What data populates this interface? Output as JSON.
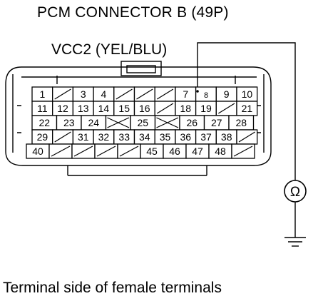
{
  "title": "PCM CONNECTOR B (49P)",
  "wire_label": "VCC2 (YEL/BLU)",
  "caption": "Terminal side of female terminals",
  "meter_symbol": "Ω",
  "rows": [
    [
      "1",
      "",
      "3",
      "4",
      "",
      "",
      "",
      "7",
      "8",
      "9",
      "10"
    ],
    [
      "11",
      "12",
      "13",
      "14",
      "15",
      "16",
      "",
      "18",
      "19",
      "",
      "21"
    ],
    [
      "22",
      "23",
      "24",
      "",
      "25",
      "",
      "26",
      "27",
      "28"
    ],
    [
      "29",
      "",
      "31",
      "32",
      "33",
      "34",
      "35",
      "36",
      "37",
      "38",
      ""
    ],
    [
      "40",
      "",
      "",
      "",
      "",
      "45",
      "46",
      "47",
      "48",
      ""
    ]
  ]
}
